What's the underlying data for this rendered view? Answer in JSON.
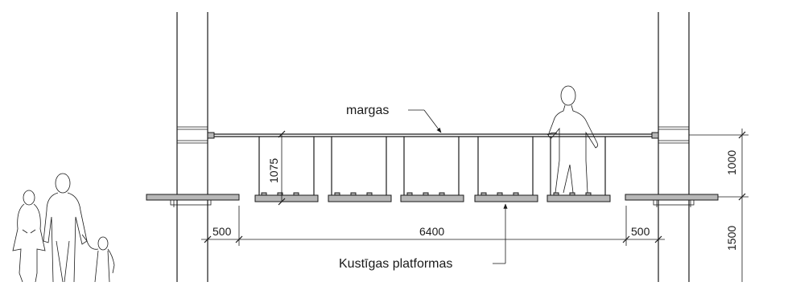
{
  "labels": {
    "railing": "margas",
    "moving_platforms": "Kustīgas platformas"
  },
  "dimensions": {
    "left_gap": "500",
    "span": "6400",
    "right_gap": "500",
    "railing_height": "1000",
    "lower_height": "1500",
    "platform_spacing": "1075"
  },
  "platforms": {
    "count": 5
  }
}
